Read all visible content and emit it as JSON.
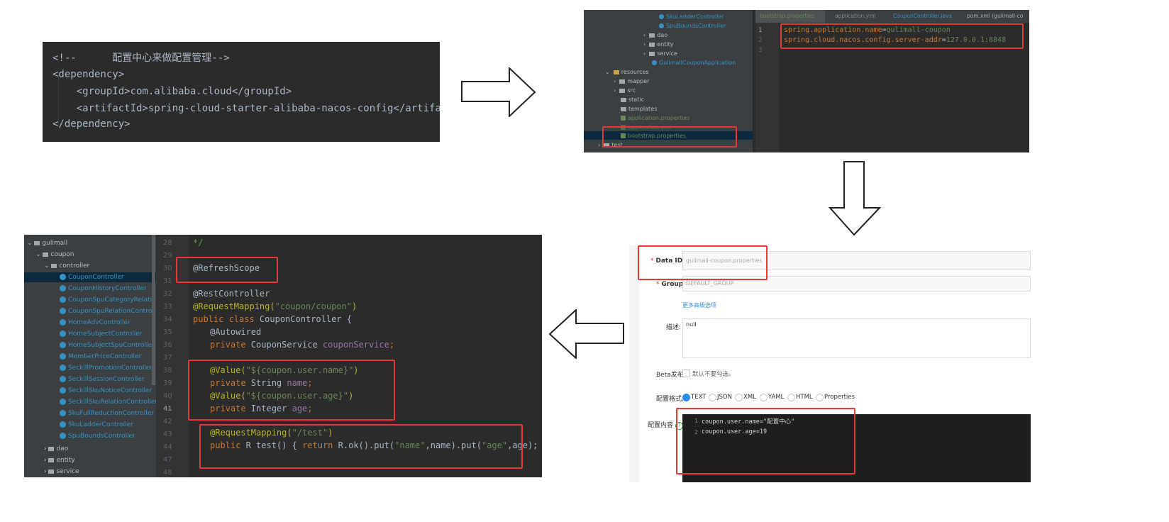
{
  "pom_snippet": {
    "lines": [
      "<!--      配置中心来做配置管理-->",
      "<dependency>",
      "    <groupId>com.alibaba.cloud</groupId>",
      "    <artifactId>spring-cloud-starter-alibaba-nacos-config</artifactId>",
      "</dependency>"
    ]
  },
  "ide_bootstrap": {
    "tabs": [
      "bootstrap.properties",
      "application.yml",
      "CouponController.java",
      "pom.xml (gulimall-co"
    ],
    "tree": [
      "SkuLadderController",
      "SpuBoundsController",
      "dao",
      "entity",
      "service",
      "GulimallCouponApplication",
      "resources",
      "mapper",
      "src",
      "static",
      "templates",
      "application.properties",
      "application.yml",
      "bootstrap.properties",
      "test"
    ],
    "line_numbers": [
      "1",
      "2",
      "3"
    ],
    "code": {
      "line1_key": "spring.application.name",
      "line1_eq": "=",
      "line1_val": "gulimall-coupon",
      "line2_key": "spring.cloud.nacos.config.server-addr",
      "line2_eq": "=",
      "line2_val": "127.0.0.1:8848"
    }
  },
  "nacos_form": {
    "data_id_label": "Data ID:",
    "data_id_value": "gulimall-coupon.properties",
    "group_label": "Group:",
    "group_value": "DEFAULT_GROUP",
    "more_options": "更多高级选项",
    "desc_label": "描述:",
    "desc_value": "null",
    "beta_label": "Beta发布:",
    "beta_hint": "默认不要勾选。",
    "format_label": "配置格式:",
    "formats": [
      "TEXT",
      "JSON",
      "XML",
      "YAML",
      "HTML",
      "Properties"
    ],
    "selected_format": "TEXT",
    "content_label": "配置内容",
    "help_icon": "?",
    "content_lines": [
      "coupon.user.name=\"配置中心\"",
      "coupon.user.age=19"
    ],
    "content_line_numbers": [
      "1",
      "2"
    ]
  },
  "ide_controller": {
    "tree": {
      "root": "gulimall",
      "module": "coupon",
      "package": "controller",
      "controllers": [
        "CouponController",
        "CouponHistoryController",
        "CouponSpuCategoryRelationContr",
        "CouponSpuRelationController",
        "HomeAdvController",
        "HomeSubjectController",
        "HomeSubjectSpuController",
        "MemberPriceController",
        "SeckillPromotionController",
        "SeckillSessionController",
        "SeckillSkuNoticeController",
        "SeckillSkuRelationController",
        "SkuFullReductionController",
        "SkuLadderController",
        "SpuBoundsController"
      ],
      "after": [
        "dao",
        "entity",
        "service"
      ]
    },
    "line_numbers": [
      "28",
      "29",
      "30",
      "31",
      "32",
      "33",
      "34",
      "35",
      "36",
      "37",
      "38",
      "39",
      "40",
      "41",
      "42",
      "43",
      "44",
      "47",
      "48"
    ],
    "code": {
      "l28": "*/",
      "refresh_scope": "@RefreshScope",
      "rest_controller": "@RestController",
      "request_mapping_ann": "@RequestMapping(",
      "request_mapping_path": "\"coupon/coupon\"",
      "request_mapping_close": ")",
      "class_kw": "public class ",
      "class_name": "CouponController {",
      "autowired": "@Autowired",
      "private_kw": "private ",
      "service_decl": "CouponService ",
      "service_field": "couponService",
      "semicolon": ";",
      "value_ann": "@Value(",
      "value_name": "\"${coupon.user.name}\"",
      "value_age": "\"${coupon.user.age}\"",
      "string_type": "String ",
      "name_field": "name",
      "integer_type": "Integer ",
      "age_field": "age",
      "test_mapping_path": "\"/test\"",
      "public_kw": "public ",
      "test_sig": "R test() { ",
      "return_kw": "return ",
      "test_body1": "R.ok().put(",
      "name_key": "\"name\"",
      "test_body2": ",name).put(",
      "age_key": "\"age\"",
      "test_body3": ",age); }"
    }
  },
  "colors": {
    "highlight_box": "#e53935",
    "ide_bg": "#2b2b2b",
    "annotation": "#bbb529",
    "keyword": "#cc7832",
    "string": "#6a8759"
  }
}
